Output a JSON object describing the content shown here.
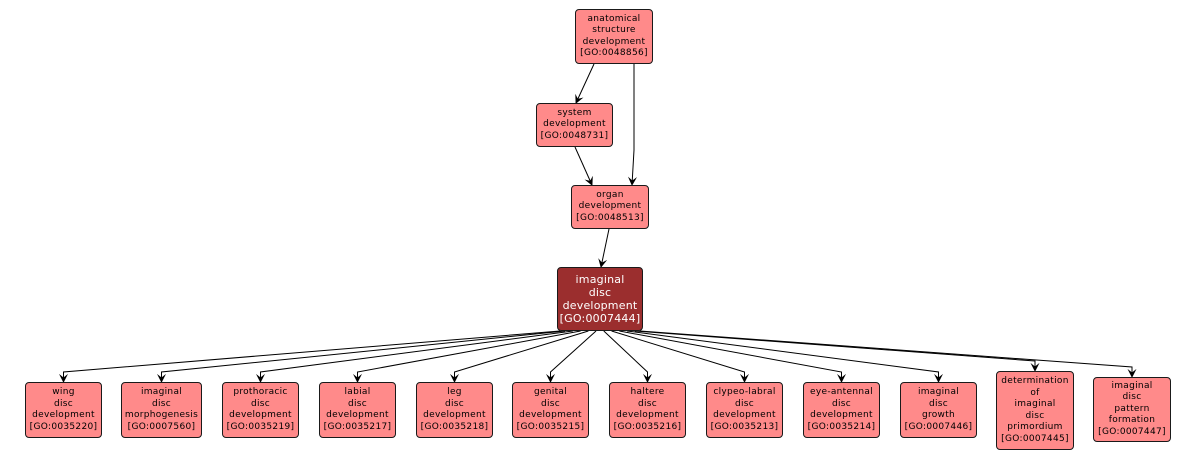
{
  "colors": {
    "node_fill": "#ff8a8a",
    "focus_fill": "#9b2e2e",
    "border": "#1a1a1a",
    "edge": "#000000"
  },
  "nodes": [
    {
      "id": "GO:0048856",
      "lines": [
        "anatomical",
        "structure",
        "development",
        "[GO:0048856]"
      ],
      "focus": false
    },
    {
      "id": "GO:0048731",
      "lines": [
        "system",
        "development",
        "[GO:0048731]"
      ],
      "focus": false
    },
    {
      "id": "GO:0048513",
      "lines": [
        "organ",
        "development",
        "[GO:0048513]"
      ],
      "focus": false
    },
    {
      "id": "GO:0007444",
      "lines": [
        "imaginal",
        "disc",
        "development",
        "[GO:0007444]"
      ],
      "focus": true
    },
    {
      "id": "GO:0035220",
      "lines": [
        "wing",
        "disc",
        "development",
        "[GO:0035220]"
      ],
      "focus": false
    },
    {
      "id": "GO:0007560",
      "lines": [
        "imaginal",
        "disc",
        "morphogenesis",
        "[GO:0007560]"
      ],
      "focus": false
    },
    {
      "id": "GO:0035219",
      "lines": [
        "prothoracic",
        "disc",
        "development",
        "[GO:0035219]"
      ],
      "focus": false
    },
    {
      "id": "GO:0035217",
      "lines": [
        "labial",
        "disc",
        "development",
        "[GO:0035217]"
      ],
      "focus": false
    },
    {
      "id": "GO:0035218",
      "lines": [
        "leg",
        "disc",
        "development",
        "[GO:0035218]"
      ],
      "focus": false
    },
    {
      "id": "GO:0035215",
      "lines": [
        "genital",
        "disc",
        "development",
        "[GO:0035215]"
      ],
      "focus": false
    },
    {
      "id": "GO:0035216",
      "lines": [
        "haltere",
        "disc",
        "development",
        "[GO:0035216]"
      ],
      "focus": false
    },
    {
      "id": "GO:0035213",
      "lines": [
        "clypeo-labral",
        "disc",
        "development",
        "[GO:0035213]"
      ],
      "focus": false
    },
    {
      "id": "GO:0035214",
      "lines": [
        "eye-antennal",
        "disc",
        "development",
        "[GO:0035214]"
      ],
      "focus": false
    },
    {
      "id": "GO:0007446",
      "lines": [
        "imaginal",
        "disc",
        "growth",
        "[GO:0007446]"
      ],
      "focus": false
    },
    {
      "id": "GO:0007445",
      "lines": [
        "determination",
        "of",
        "imaginal",
        "disc",
        "primordium",
        "[GO:0007445]"
      ],
      "focus": false
    },
    {
      "id": "GO:0007447",
      "lines": [
        "imaginal",
        "disc",
        "pattern",
        "formation",
        "[GO:0007447]"
      ],
      "focus": false
    }
  ],
  "edges": [
    {
      "from": "GO:0048856",
      "to": "GO:0048731"
    },
    {
      "from": "GO:0048856",
      "to": "GO:0048513"
    },
    {
      "from": "GO:0048731",
      "to": "GO:0048513"
    },
    {
      "from": "GO:0048513",
      "to": "GO:0007444"
    },
    {
      "from": "GO:0007444",
      "to": "GO:0035220"
    },
    {
      "from": "GO:0007444",
      "to": "GO:0007560"
    },
    {
      "from": "GO:0007444",
      "to": "GO:0035219"
    },
    {
      "from": "GO:0007444",
      "to": "GO:0035217"
    },
    {
      "from": "GO:0007444",
      "to": "GO:0035218"
    },
    {
      "from": "GO:0007444",
      "to": "GO:0035215"
    },
    {
      "from": "GO:0007444",
      "to": "GO:0035216"
    },
    {
      "from": "GO:0007444",
      "to": "GO:0035213"
    },
    {
      "from": "GO:0007444",
      "to": "GO:0035214"
    },
    {
      "from": "GO:0007444",
      "to": "GO:0007446"
    },
    {
      "from": "GO:0007444",
      "to": "GO:0007445"
    },
    {
      "from": "GO:0007444",
      "to": "GO:0007447"
    }
  ]
}
